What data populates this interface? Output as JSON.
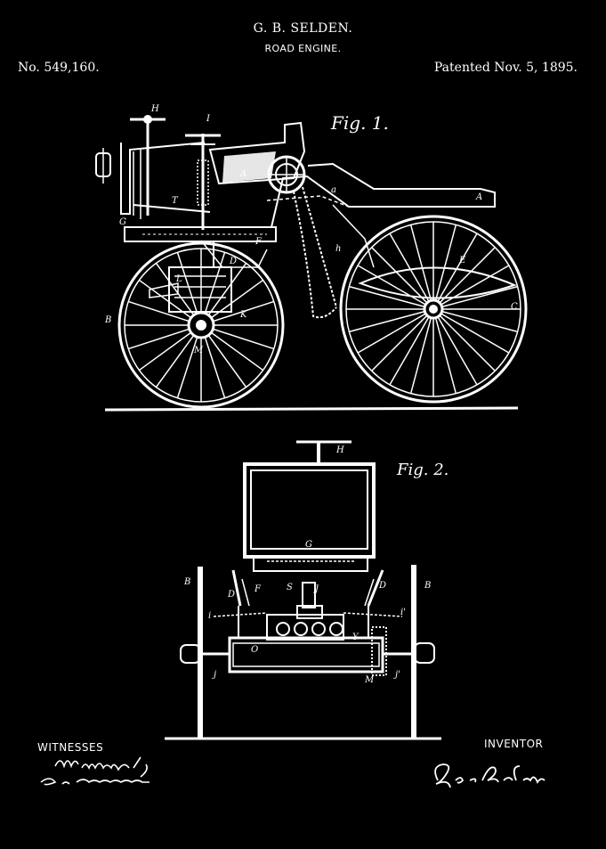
{
  "header": {
    "inventor_name": "G. B. SELDEN.",
    "title": "ROAD ENGINE.",
    "patent_number": "No. 549,160.",
    "patent_date": "Patented Nov. 5, 1895."
  },
  "figures": {
    "fig1_label": "Fig. 1.",
    "fig2_label": "Fig. 2."
  },
  "footer": {
    "witnesses_heading": "WITNESSES",
    "inventor_heading": "INVENTOR",
    "inventor_signature": "Geo. B. Selden"
  },
  "colors": {
    "background": "#000000",
    "ink": "#ffffff"
  }
}
